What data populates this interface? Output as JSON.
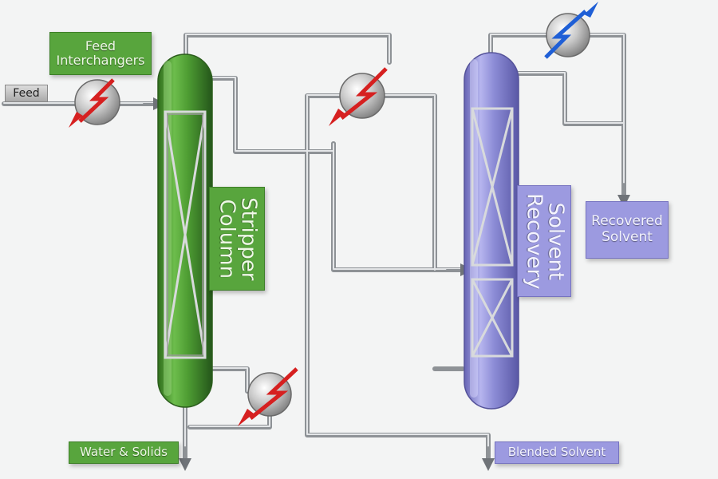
{
  "labels": {
    "feed": "Feed",
    "feed_interchangers_line1": "Feed",
    "feed_interchangers_line2": "Interchangers",
    "stripper_line1": "Stripper",
    "stripper_line2": "Column",
    "solvent_line1": "Solvent",
    "solvent_line2": "Recovery",
    "recovered_line1": "Recovered",
    "recovered_line2": "Solvent",
    "water_solids": "Water & Solids",
    "blended_solvent": "Blended Solvent"
  },
  "colors": {
    "stripper_column": "#4e9d33",
    "solvent_column": "#8c8cd6",
    "pipe": "#a9acb0",
    "heat_arrow_hot": "#d62020",
    "heat_arrow_cold": "#1f5fd6"
  },
  "icons": {
    "heat_exchanger": "circle-with-zigzag-arrow",
    "column_packing": "x-braced-packing"
  }
}
